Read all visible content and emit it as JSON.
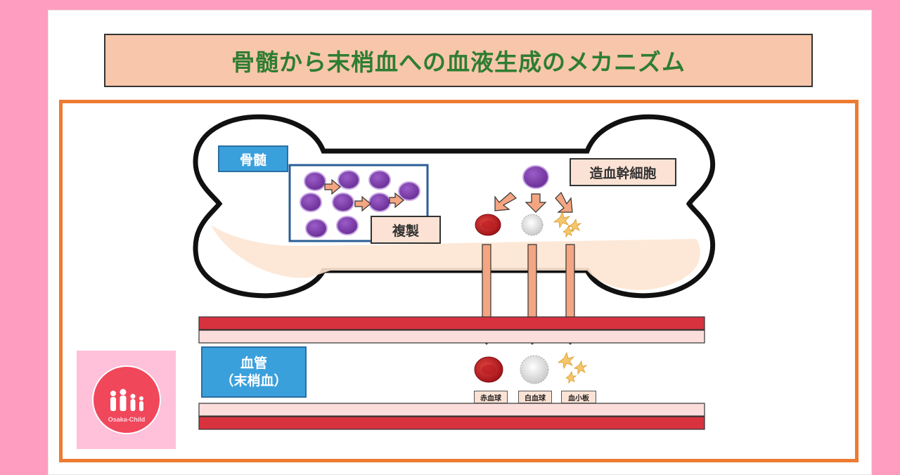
{
  "title": "骨髄から末梢血への血液生成のメカニズム",
  "labels": {
    "bone_marrow": "骨髄",
    "hsc": "造血幹細胞",
    "replication": "複製",
    "vessel_line1": "血管",
    "vessel_line2": "（末梢血）"
  },
  "cells": {
    "rbc": "赤血球",
    "wbc": "白血球",
    "platelet": "血小板"
  },
  "logo": {
    "text": "Osaka-Child"
  },
  "colors": {
    "title_green": "#2e7d32",
    "frame_orange": "#ee7b32",
    "vessel_red": "#d8323f",
    "arrow_peach": "#f4a582",
    "stem_purple": "#7b3fa6"
  }
}
